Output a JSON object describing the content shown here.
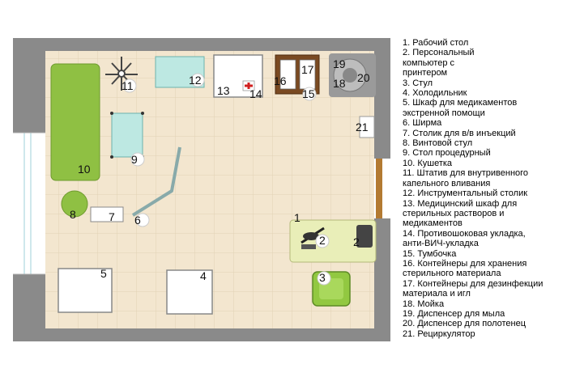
{
  "legend": [
    "1. Рабочий стол",
    "2. Персональный\nкомпьютер с\nпринтером",
    "3. Стул",
    "4. Холодильник",
    "5. Шкаф для медикаментов\nэкстренной помощи",
    "6. Ширма",
    "7. Столик для в/в инъекций",
    "8. Винтовой стул",
    "9. Стол процедурный",
    "10. Кушетка",
    "11. Штатив для внутривенного\nкапельного вливания",
    "12. Инструментальный столик",
    "13. Медицинский шкаф для\nстерильных растворов и\nмедикаментов",
    "14. Противошоковая укладка,\nанти-ВИЧ-укладка",
    "15. Тумбочка",
    "16. Контейнеры для хранения\nстерильного материала",
    "17. Контейнеры для дезинфекции\nматериала и игл",
    "18. Мойка",
    "19. Диспенсер для мыла",
    "20. Диспенсер для полотенец",
    "21. Рециркулятор"
  ],
  "labels": {
    "n1": "1",
    "n2a": "2",
    "n2b": "2",
    "n3": "3",
    "n4": "4",
    "n5": "5",
    "n6": "6",
    "n7": "7",
    "n8": "8",
    "n9": "9",
    "n10": "10",
    "n11": "11",
    "n12": "12",
    "n13": "13",
    "n14": "14",
    "n15": "15",
    "n16": "16",
    "n17": "17",
    "n18": "18",
    "n19": "19",
    "n20": "20",
    "n21": "21"
  },
  "colors": {
    "wall": "#8a8a8a",
    "floor": "#f3e6cf",
    "floor_grid": "#e2d2b4",
    "couch": "#8fc043",
    "table_glass": "#bde8e2",
    "desk": "#e9eeb8",
    "cabinet_brown": "#7a4a22",
    "door": "#b37a32",
    "window": "#dff3f5",
    "chair": "#92c841",
    "sink": "#9a9a9a"
  }
}
